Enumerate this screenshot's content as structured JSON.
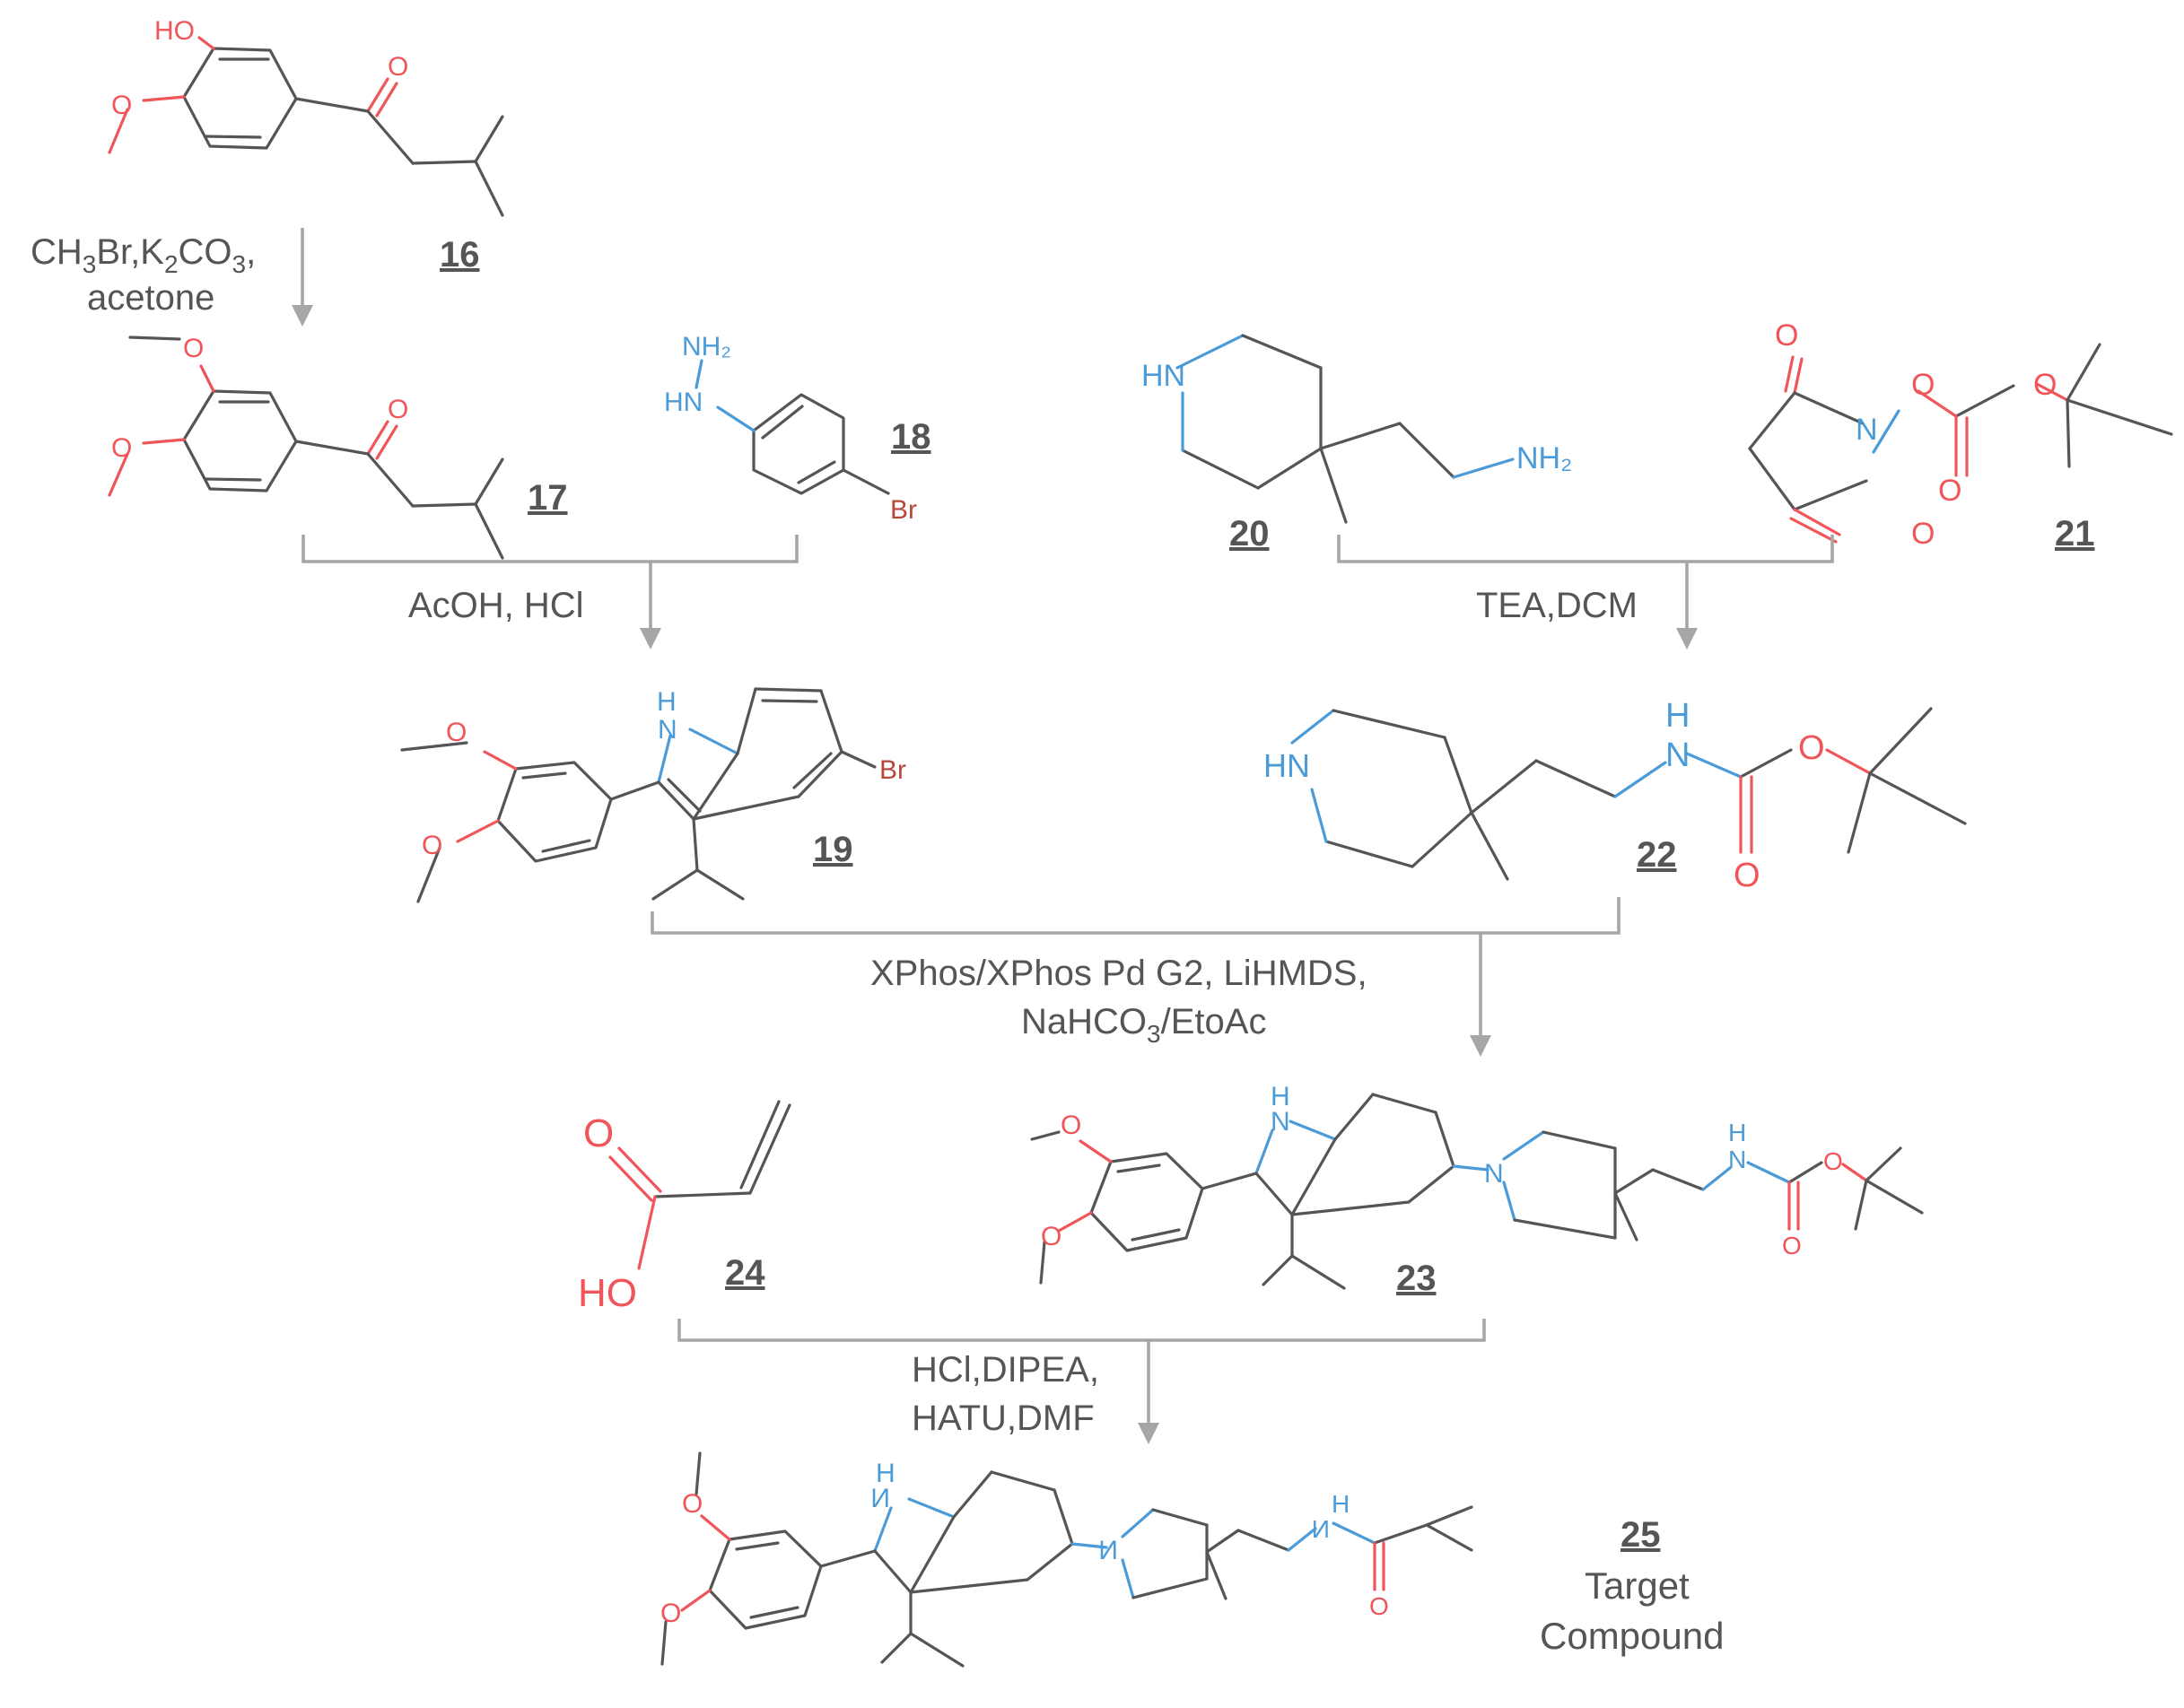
{
  "compounds": {
    "c16": "16",
    "c17": "17",
    "c18": "18",
    "c19": "19",
    "c20": "20",
    "c21": "21",
    "c22": "22",
    "c23": "23",
    "c24": "24",
    "c25": "25",
    "target_line1": "Target",
    "target_line2": "Compound"
  },
  "conditions": {
    "step1_line1": "CH₃Br,K₂CO₃,",
    "step1_line2": "acetone",
    "step2": "AcOH, HCl",
    "step3": "TEA,DCM",
    "step4_line1": "XPhos/XPhos Pd G2, LiHMDS,",
    "step4_line2": "NaHCO₃/EtoAc",
    "step5_line1": "HCl,DIPEA,",
    "step5_line2": "HATU,DMF"
  },
  "atoms": {
    "ho": "HO",
    "o": "O",
    "n": "N",
    "nh": "H",
    "hn": "HN",
    "nh2": "NH₂",
    "br": "Br",
    "n_mirror": "N"
  },
  "colors": {
    "bond": "#555555",
    "oxygen": "#f0555a",
    "nitrogen": "#4a9bd8",
    "bromine": "#b5483b",
    "arrow": "#a6a6a6",
    "text": "#555555"
  }
}
